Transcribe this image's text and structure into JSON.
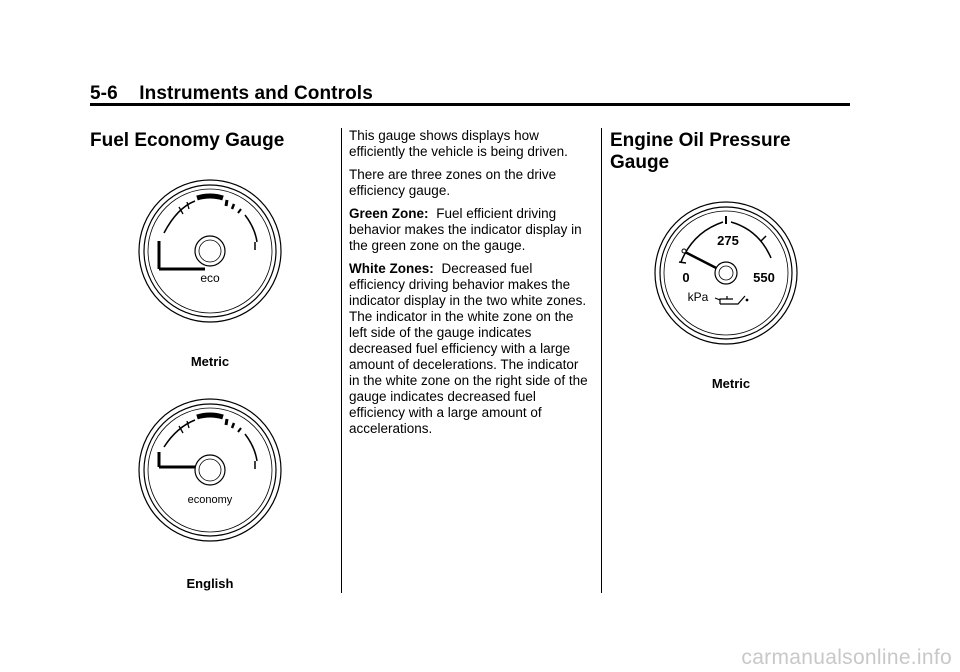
{
  "header": {
    "page_title": "5-6    Instruments and Controls"
  },
  "left": {
    "heading": "Fuel Economy Gauge",
    "gauges": [
      {
        "label": "eco",
        "caption": "Metric"
      },
      {
        "label": "economy",
        "caption": "English"
      }
    ]
  },
  "middle": {
    "para1": "This gauge shows displays how efficiently the vehicle is being driven.",
    "para2": "There are three zones on the drive efficiency gauge.",
    "green_term": "Green Zone:",
    "green_text": "Fuel efficient driving behavior makes the indicator display in the green zone on the gauge.",
    "white_term": "White Zones:",
    "white_text": "Decreased fuel efficiency driving behavior makes the indicator display in the two white zones. The indicator in the white zone on the left side of the gauge indicates decreased fuel efficiency with a large amount of decelerations. The indicator in the white zone on the right side of the gauge indicates decreased fuel efficiency with a large amount of accelerations."
  },
  "right": {
    "heading": "Engine Oil Pressure Gauge",
    "gauge": {
      "min": "0",
      "mid": "275",
      "max": "550",
      "unit": "kPa",
      "caption": "Metric"
    }
  },
  "watermark": "carmanualsonline.info"
}
